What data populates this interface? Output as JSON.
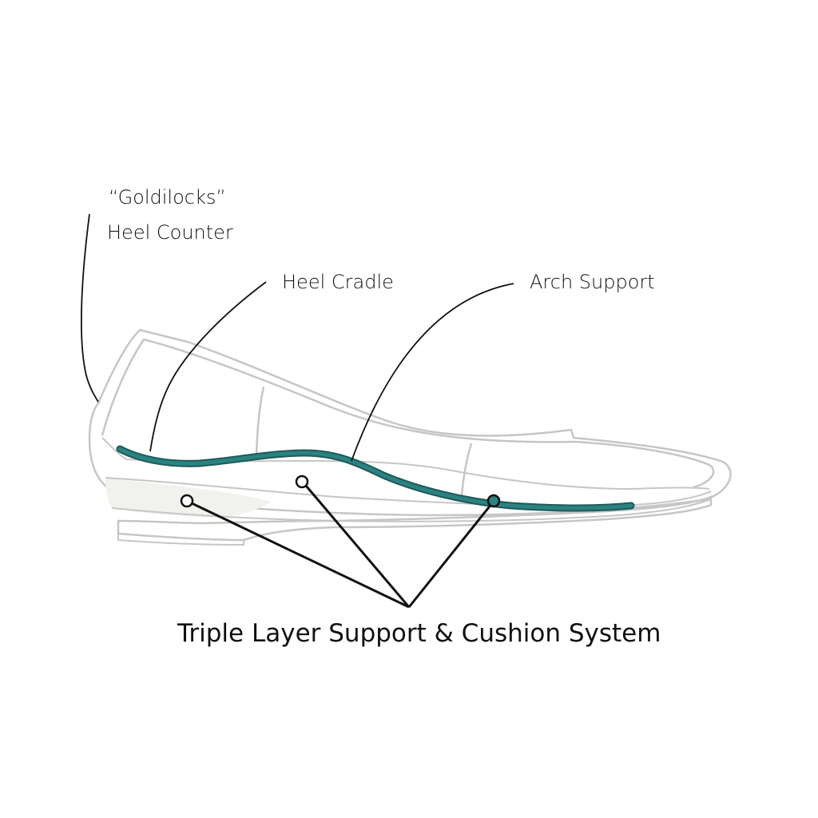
{
  "labels": {
    "heel_counter_line1": "“Goldilocks”",
    "heel_counter_line2": "Heel Counter",
    "heel_cradle": "Heel Cradle",
    "arch_support": "Arch Support",
    "system_title": "Triple Layer Support & Cushion System"
  },
  "colors": {
    "outline": "#c6c6c6",
    "leader": "#111111",
    "accent": "#2a8281",
    "accent_dark": "#1e5a58",
    "cushion": "#f1f2ed"
  }
}
